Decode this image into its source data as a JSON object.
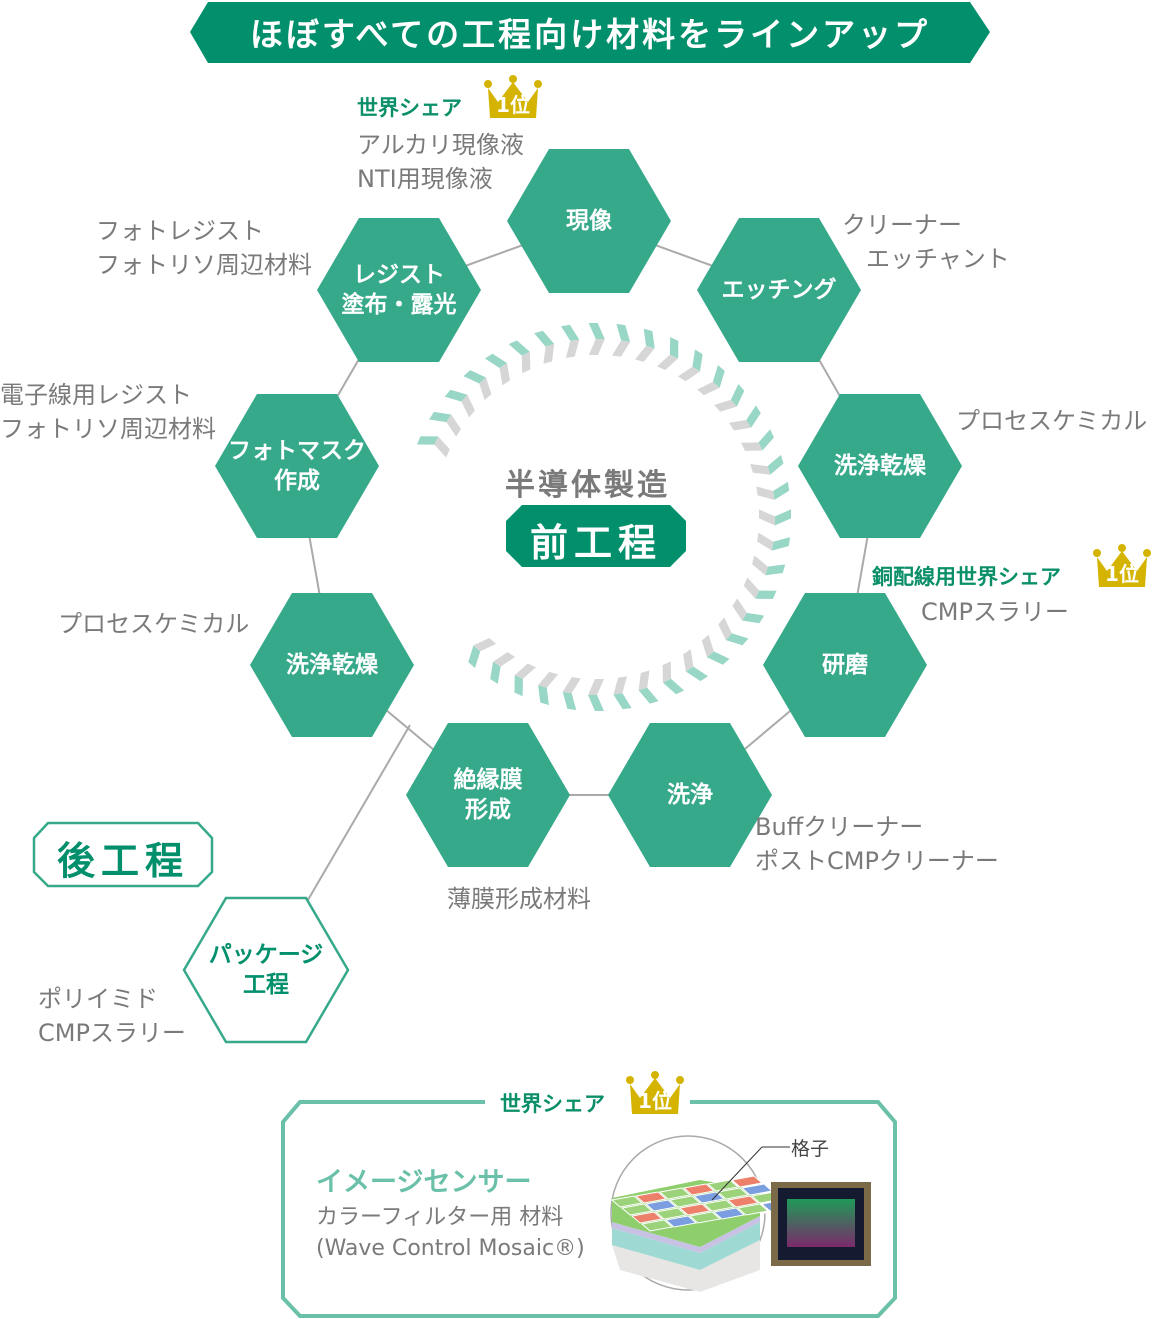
{
  "banner": "ほぼすべての工程向け材料をラインアップ",
  "center": {
    "subtitle": "半導体製造",
    "front": "前工程"
  },
  "back_process": "後工程",
  "crown_label": "1位",
  "hexes": [
    {
      "id": "develop",
      "label": "現像"
    },
    {
      "id": "etching",
      "label": "エッチング"
    },
    {
      "id": "clean-dry-right",
      "label": "洗浄乾燥"
    },
    {
      "id": "polish",
      "label": "研磨"
    },
    {
      "id": "clean",
      "label": "洗浄"
    },
    {
      "id": "insulation",
      "label": "絶縁膜\n形成"
    },
    {
      "id": "clean-dry-left",
      "label": "洗浄乾燥"
    },
    {
      "id": "photomask",
      "label": "フォトマスク\n作成"
    },
    {
      "id": "resist",
      "label": "レジスト\n塗布・露光"
    },
    {
      "id": "package",
      "label": "パッケージ\n工程"
    }
  ],
  "labels": {
    "develop_share": "世界シェア",
    "develop": "アルカリ現像液\nNTI用現像液",
    "etching": "クリーナー\n　エッチャント",
    "resist": "フォトレジスト\nフォトリソ周辺材料",
    "photomask": "電子線用レジスト\nフォトリソ周辺材料",
    "clean_dry_right": "プロセスケミカル",
    "polish_share": "銅配線用世界シェア",
    "polish": "CMPスラリー",
    "clean_dry_left": "プロセスケミカル",
    "clean": "Buffクリーナー\nポストCMPクリーナー",
    "insulation": "薄膜形成材料",
    "package": "ポリイミド\nCMPスラリー"
  },
  "sensor": {
    "share": "世界シェア",
    "title": "イメージセンサー",
    "desc": "カラーフィルター用 材料\n(Wave Control Mosaic®)",
    "grid_label": "格子"
  },
  "colors": {
    "hex": "#36a98b",
    "dark": "#028f6b",
    "light": "#98d6c6",
    "gray": "#d6d6d6",
    "gold": "#d4b400"
  }
}
